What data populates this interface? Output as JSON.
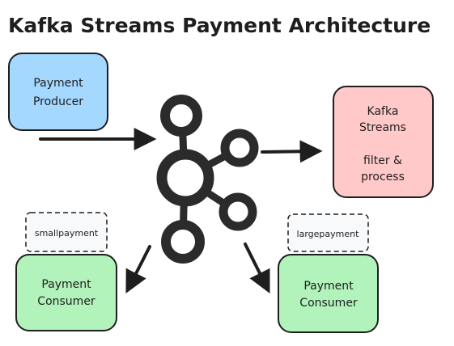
{
  "title": "Kafka Streams Payment Architecture",
  "producer": {
    "label_line1": "Payment",
    "label_line2": "Producer",
    "fill": "#a5d8ff"
  },
  "streams": {
    "label_line1": "Kafka",
    "label_line2": "Streams",
    "label_line3": "filter &",
    "label_line4": "process",
    "fill": "#ffc9c9"
  },
  "consumer_small": {
    "tag": "smallpayment",
    "label_line1": "Payment",
    "label_line2": "Consumer",
    "fill": "#b2f2bb"
  },
  "consumer_large": {
    "tag": "largepayment",
    "label_line1": "Payment",
    "label_line2": "Consumer",
    "fill": "#b2f2bb"
  },
  "tag_fill": "#f8f9fa",
  "stroke": "#1e1e1e",
  "kafka_logo_color": "#2b2b2b",
  "kafka_icon": "kafka-logo-icon"
}
